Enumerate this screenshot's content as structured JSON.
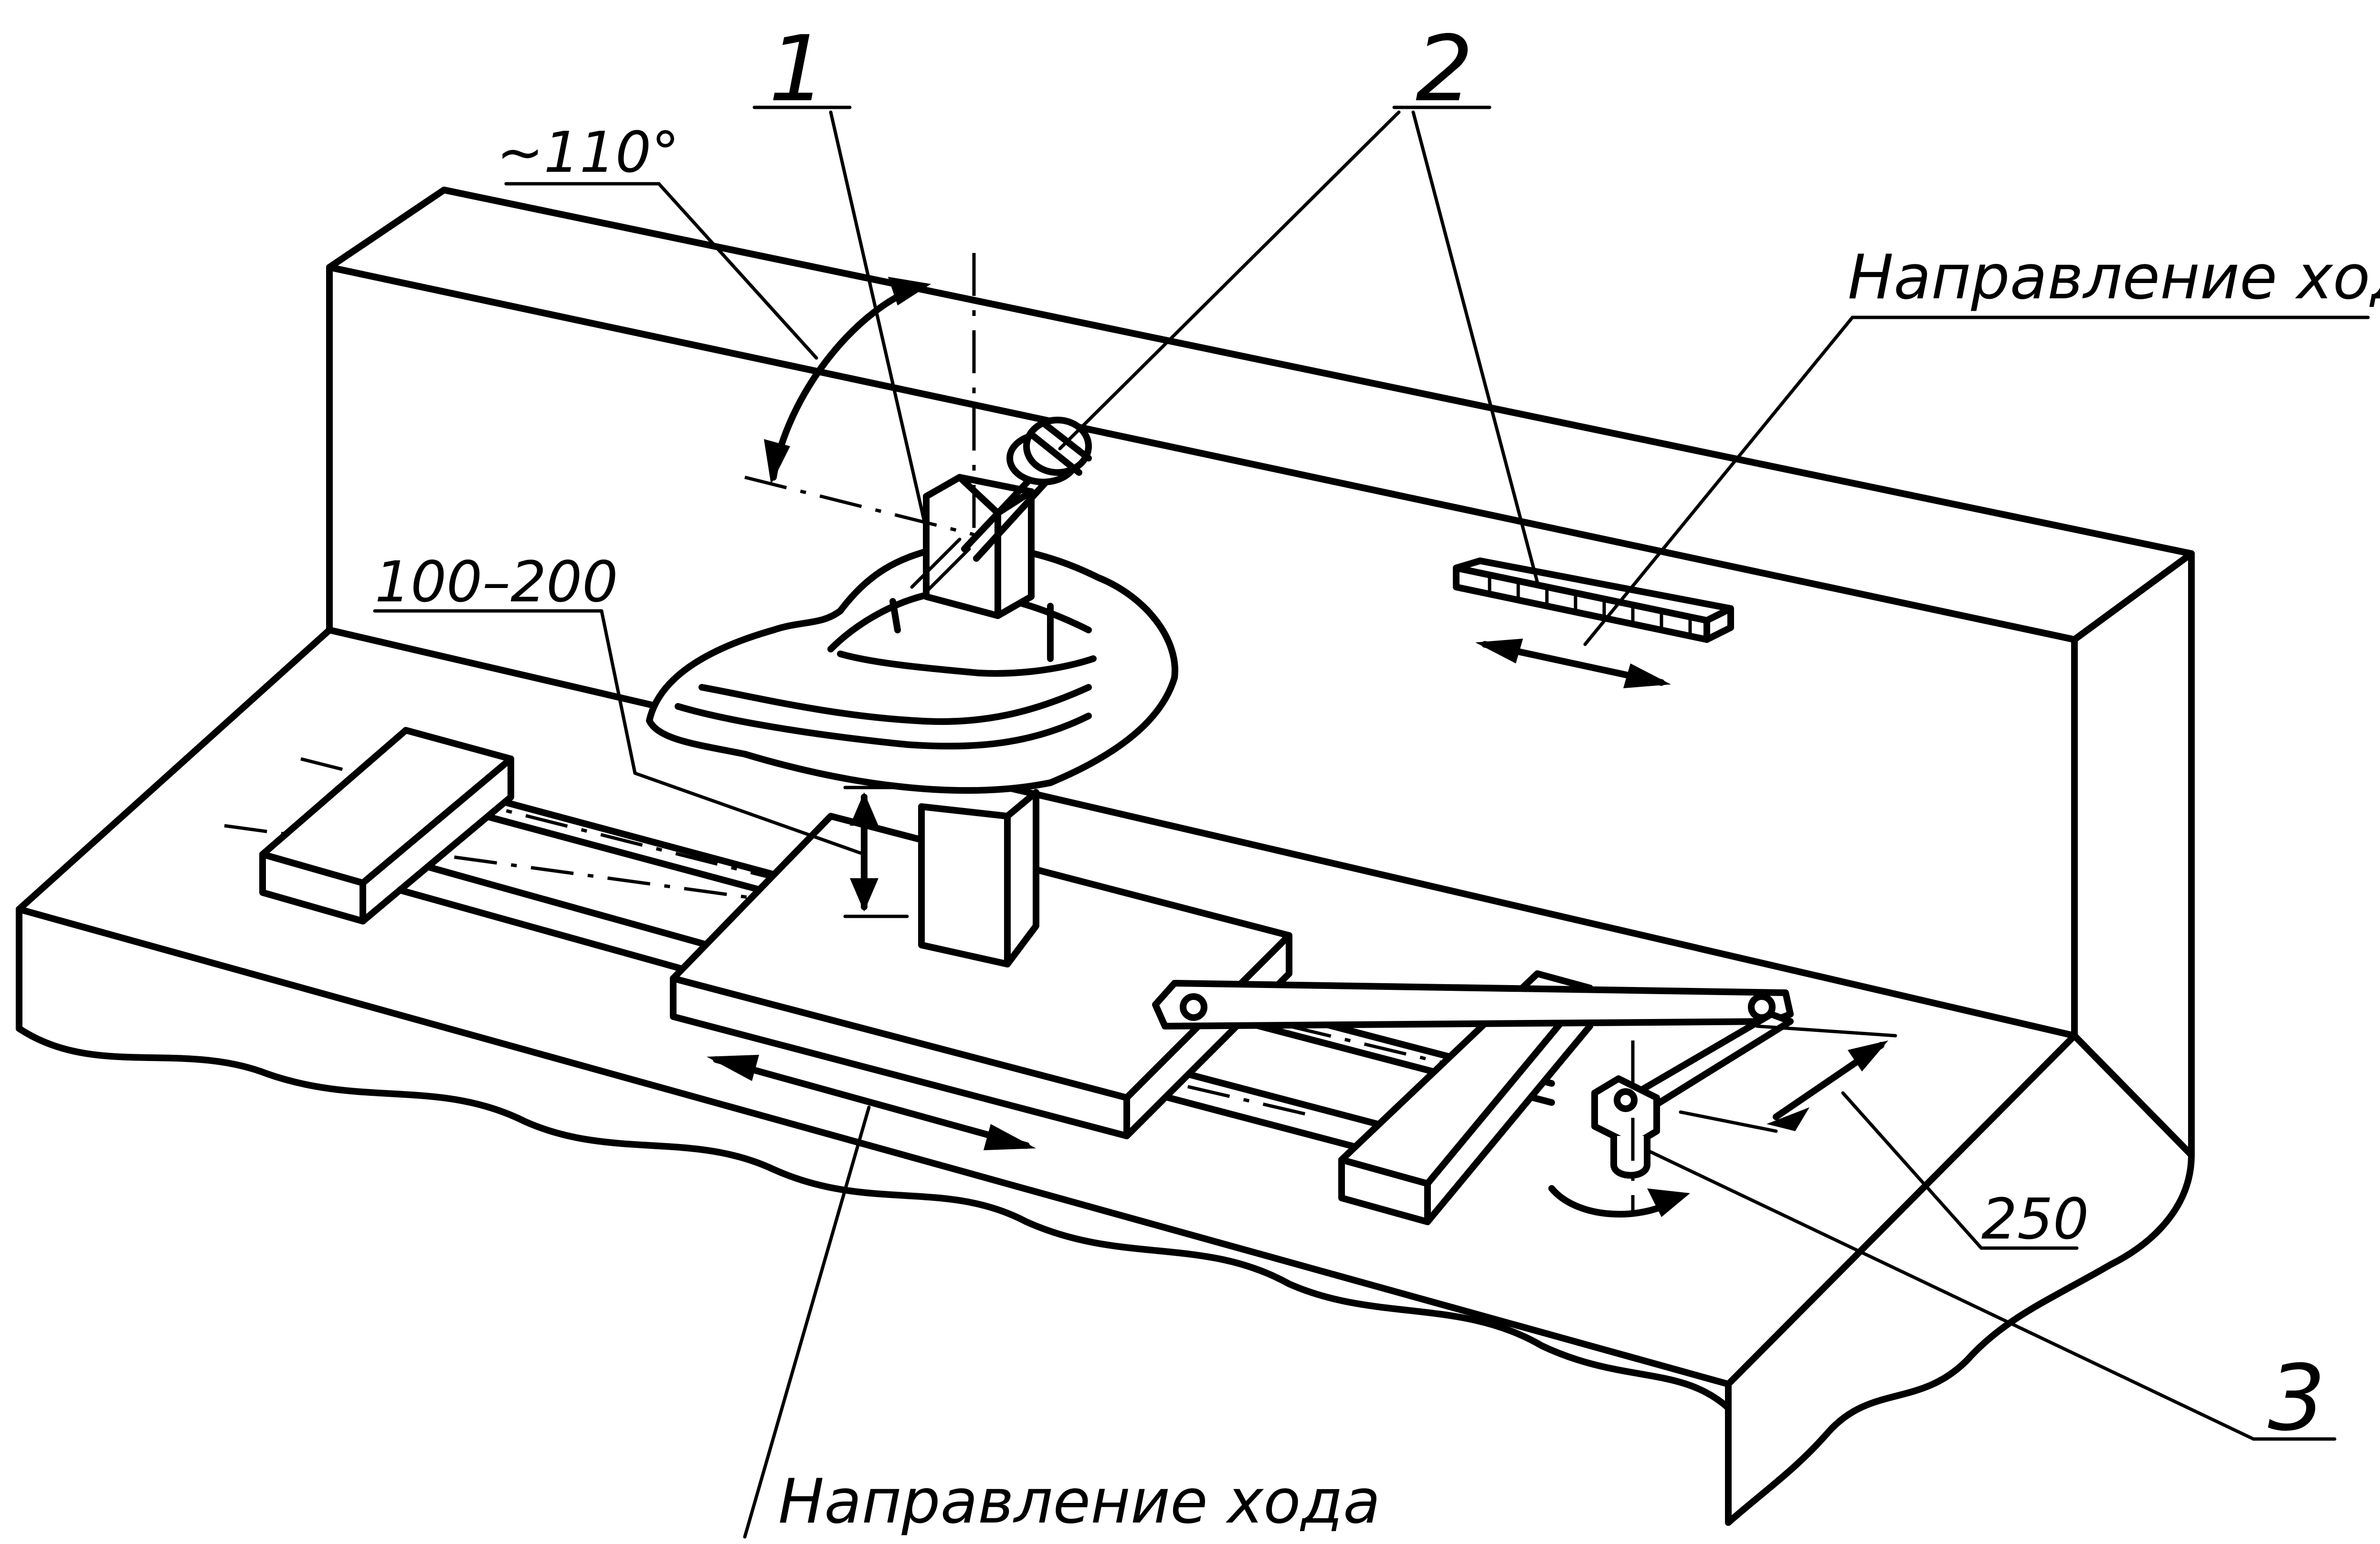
{
  "labels": {
    "part_1": "1",
    "part_2": "2",
    "part_3": "3",
    "angle": "~110°",
    "height_range": "100–200",
    "distance": "250",
    "direction_top": "Направление хода",
    "direction_bottom": "Направление хода"
  }
}
